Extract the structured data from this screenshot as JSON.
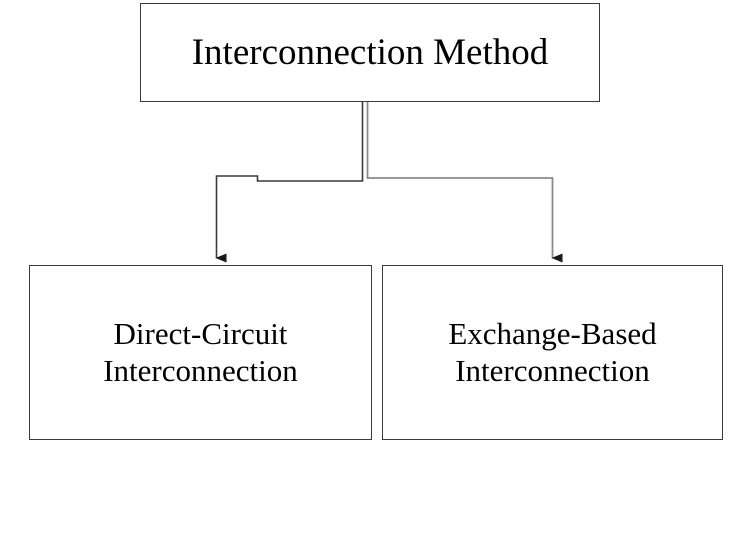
{
  "diagram": {
    "type": "flowchart",
    "orientation": "top-down",
    "background_color": "#ffffff",
    "line_color": "#3a3a3a",
    "line_color_secondary": "#8a8a8a",
    "text_color": "#000000",
    "nodes": [
      {
        "id": "root",
        "label": "Interconnection Method",
        "shape": "rectangle",
        "level": 0
      },
      {
        "id": "left",
        "label": "Direct-Circuit\nInterconnection",
        "shape": "rectangle",
        "level": 1
      },
      {
        "id": "right",
        "label": "Exchange-Based\nInterconnection",
        "shape": "rectangle",
        "level": 1
      }
    ],
    "edges": [
      {
        "from": "root",
        "to": "left",
        "style": "orthogonal",
        "arrowhead": "filled-triangle"
      },
      {
        "from": "root",
        "to": "right",
        "style": "orthogonal",
        "arrowhead": "filled-triangle"
      }
    ]
  }
}
